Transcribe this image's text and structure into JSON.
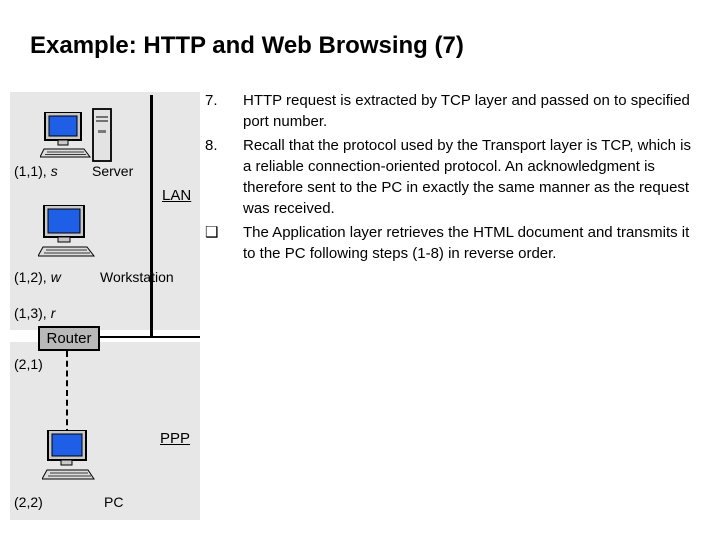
{
  "slide": {
    "title": "Example: HTTP and Web Browsing (7)"
  },
  "diagram": {
    "nodes": {
      "server": {
        "prefix": "(1,1),",
        "var": "s",
        "name": "Server"
      },
      "workstation": {
        "prefix": "(1,2),",
        "var": "w",
        "name": "Workstation"
      },
      "router": {
        "prefix": "(1,3),",
        "var": "r",
        "name": "Router"
      },
      "router_wan": {
        "label": "(2,1)"
      },
      "pc": {
        "label": "(2,2)",
        "name": "PC"
      }
    },
    "links": {
      "lan": "LAN",
      "ppp": "PPP"
    },
    "colors": {
      "screen_blue": "#1f5fe8",
      "panel_gray": "#e7e7e7",
      "router_gray": "#b9b9b9"
    }
  },
  "content": {
    "items": [
      {
        "marker": "7.",
        "text": "HTTP request is extracted by TCP layer and passed on to specified port number."
      },
      {
        "marker": "8.",
        "text": "Recall that the protocol used by the Transport layer is TCP, which is a reliable connection-oriented protocol. An acknowledgment is therefore sent to the PC in exactly the same manner as the request was received."
      },
      {
        "marker": "❑",
        "text": "The Application layer retrieves the HTML document and transmits it to the PC following steps (1-8) in reverse order."
      }
    ]
  }
}
